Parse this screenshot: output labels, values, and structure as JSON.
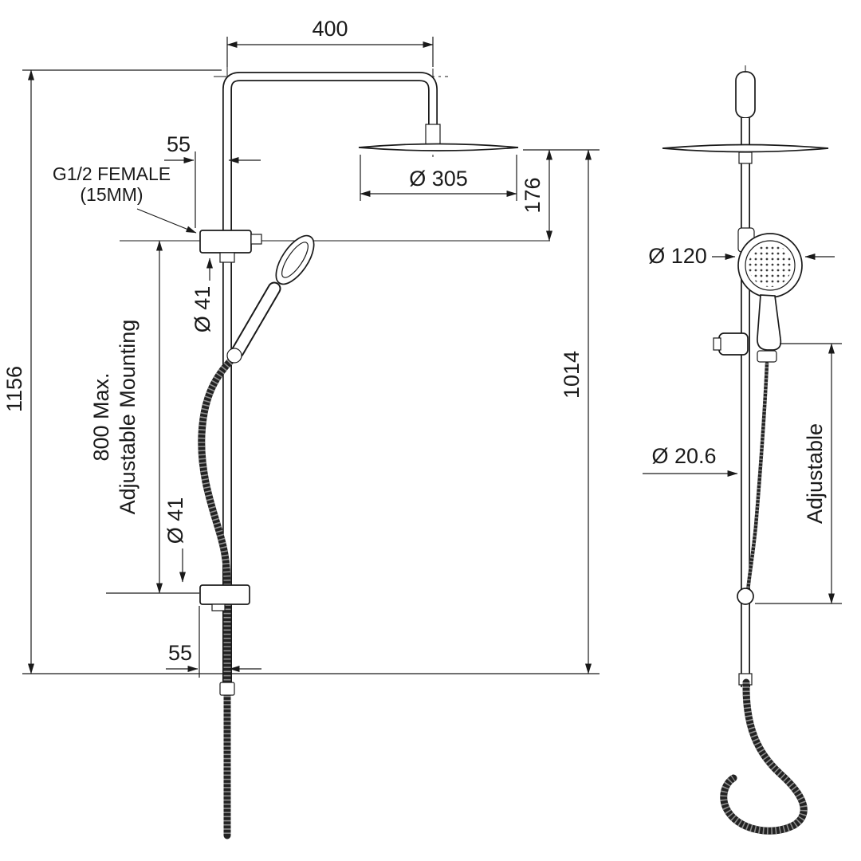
{
  "front": {
    "dim_top_width": "400",
    "dim_head_offset_top": "55",
    "inlet_label_line1": "G1/2 FEMALE",
    "inlet_label_line2": "(15MM)",
    "dim_head_diameter": "Ø 305",
    "dim_head_drop": "176",
    "dim_upper_bracket_diameter": "Ø 41",
    "dim_overall_height": "1156",
    "dim_adjustable_line1": "800 Max.",
    "dim_adjustable_line2": "Adjustable Mounting",
    "dim_lower_bracket_diameter": "Ø 41",
    "dim_bottom_offset": "55",
    "dim_rail_height": "1014"
  },
  "side": {
    "dim_handshower_diameter": "Ø 120",
    "dim_hose_diameter": "Ø 20.6",
    "dim_adjustable": "Adjustable"
  }
}
